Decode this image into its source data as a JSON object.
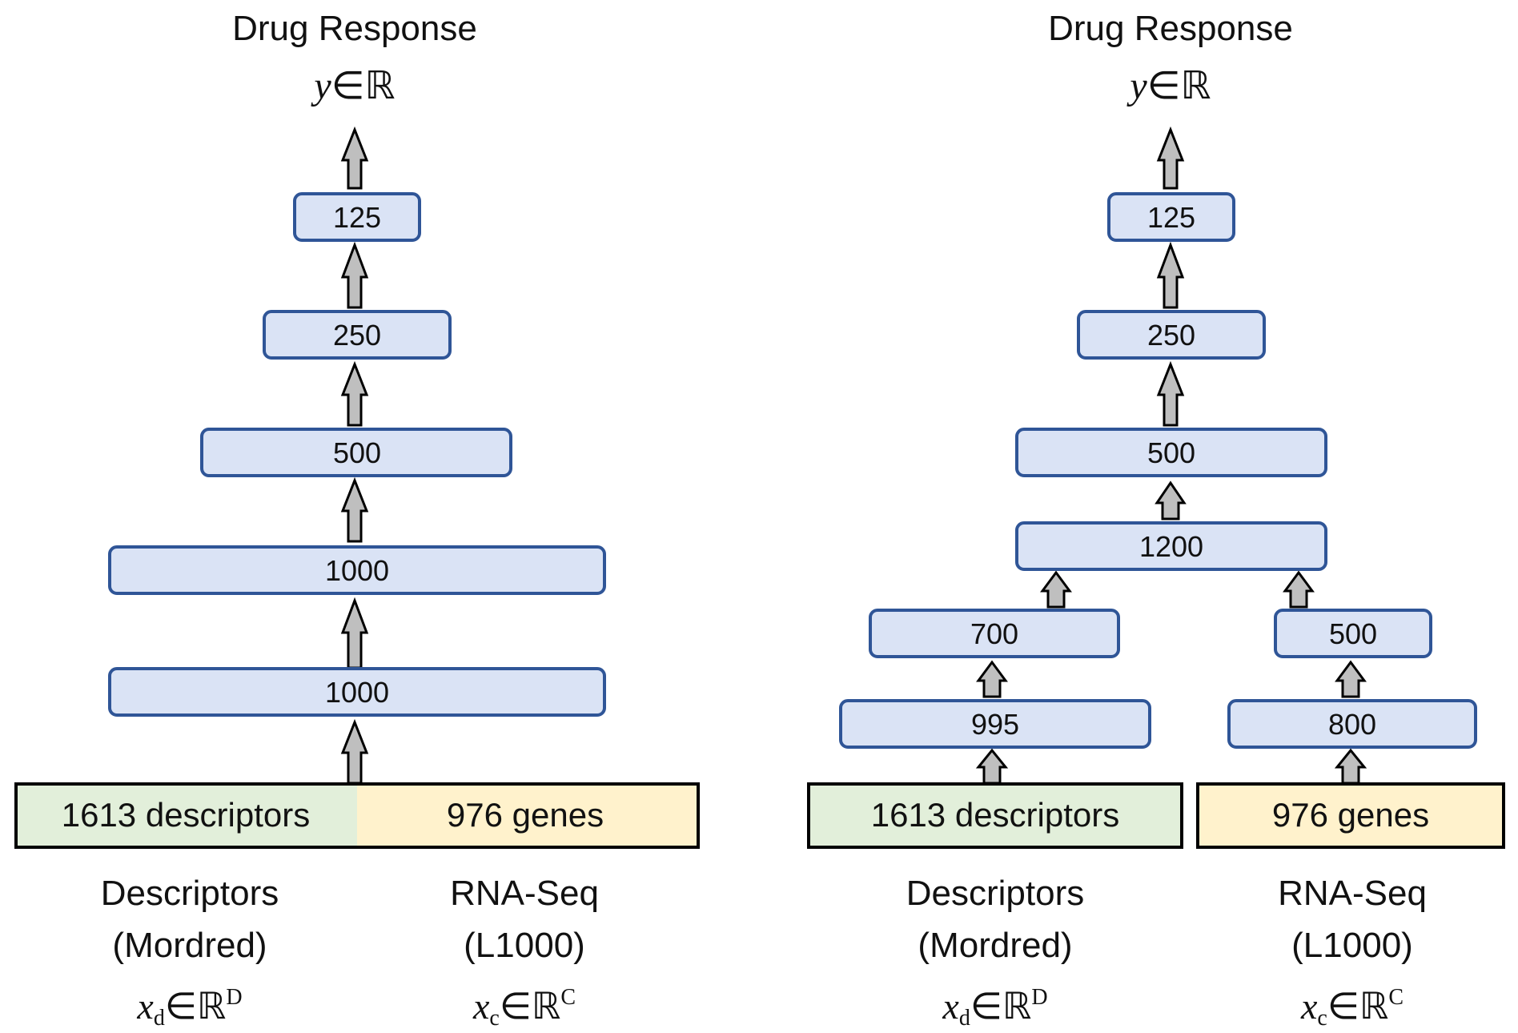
{
  "colors": {
    "layer_fill": "#dae3f5",
    "layer_stroke": "#2f5597",
    "arrow_fill": "#bfbfbf",
    "arrow_stroke": "#000000",
    "descriptor_fill": "#e2efda",
    "gene_fill": "#fff2cc",
    "input_stroke": "#000000"
  },
  "left_panel": {
    "title": "Drug Response",
    "output": {
      "var": "y",
      "set": "∈ℝ"
    },
    "layers": [
      "125",
      "250",
      "500",
      "1000",
      "1000"
    ],
    "inputs": {
      "descriptors": "1613 descriptors",
      "genes": "976 genes"
    },
    "captions": {
      "descriptors_line1": "Descriptors",
      "descriptors_line2": "(Mordred)",
      "rnaseq_line1": "RNA-Seq",
      "rnaseq_line2": "(L1000)",
      "xd": {
        "var": "x",
        "sub": "d",
        "set": "∈ℝ",
        "sup": "D"
      },
      "xc": {
        "var": "x",
        "sub": "c",
        "set": "∈ℝ",
        "sup": "C"
      }
    }
  },
  "right_panel": {
    "title": "Drug Response",
    "output": {
      "var": "y",
      "set": "∈ℝ"
    },
    "shared_layers": [
      "125",
      "250",
      "500",
      "1200"
    ],
    "descriptor_branch": [
      "700",
      "995"
    ],
    "gene_branch": [
      "500",
      "800"
    ],
    "inputs": {
      "descriptors": "1613 descriptors",
      "genes": "976 genes"
    },
    "captions": {
      "descriptors_line1": "Descriptors",
      "descriptors_line2": "(Mordred)",
      "rnaseq_line1": "RNA-Seq",
      "rnaseq_line2": "(L1000)",
      "xd": {
        "var": "x",
        "sub": "d",
        "set": "∈ℝ",
        "sup": "D"
      },
      "xc": {
        "var": "x",
        "sub": "c",
        "set": "∈ℝ",
        "sup": "C"
      }
    }
  }
}
